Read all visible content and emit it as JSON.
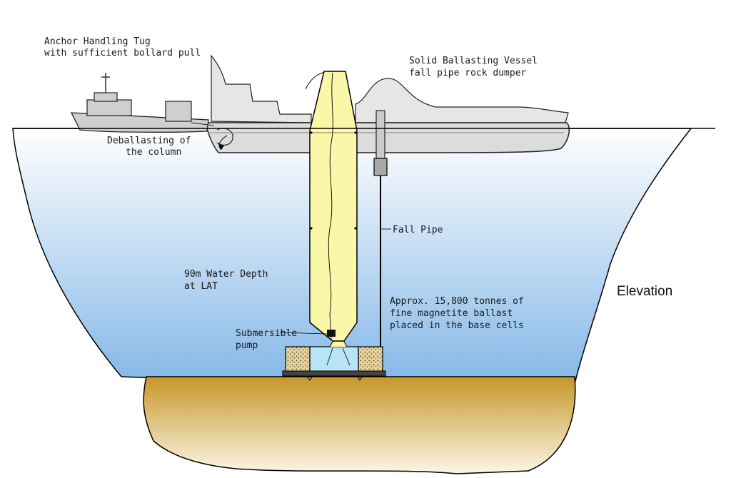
{
  "labels": {
    "tug_line1": "Anchor Handling Tug",
    "tug_line2": "with sufficient bollard pull",
    "vessel_line1": "Solid Ballasting Vessel",
    "vessel_line2": "fall pipe rock dumper",
    "deballast_line1": "Deballasting of",
    "deballast_line2": "the column",
    "fall_pipe": "Fall Pipe",
    "depth_line1": "90m Water Depth",
    "depth_line2": "at LAT",
    "pump_line1": "Submersible",
    "pump_line2": "pump",
    "ballast_line1": "Approx. 15,800 tonnes of",
    "ballast_line2": "fine magnetite ballast",
    "ballast_line3": "placed in the base cells",
    "view": "Elevation"
  },
  "colors": {
    "water_top": "#ffffff",
    "water_bottom": "#7fb4e6",
    "seabed_top": "#c7962a",
    "seabed_bottom": "#fbf6e6",
    "column_fill": "#fbf7a8",
    "vessel_fill": "#e6e6e6",
    "tug_fill": "#cfcfcf",
    "base_fill": "#b8e4f5",
    "ballast_fill": "#e6d29a"
  }
}
